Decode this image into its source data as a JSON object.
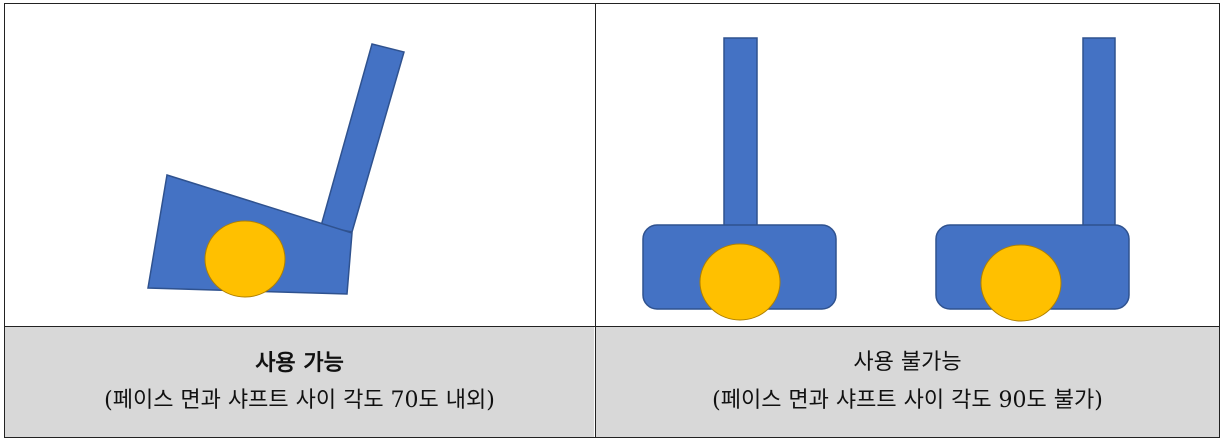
{
  "left": {
    "title": "사용 가능",
    "subtitle": "(페이스 면과 샤프트 사이 각도 70도 내외)",
    "title_bold": true
  },
  "right": {
    "title": "사용 불가능",
    "subtitle": "(페이스 면과 샤프트 사이 각도 90도 불가)",
    "title_bold": false
  },
  "colors": {
    "club_fill": "#4472c4",
    "club_stroke": "#2f528f",
    "ball_fill": "#ffc000",
    "ball_stroke": "#b08000",
    "caption_bg": "#d8d8d8",
    "border": "#222222"
  }
}
